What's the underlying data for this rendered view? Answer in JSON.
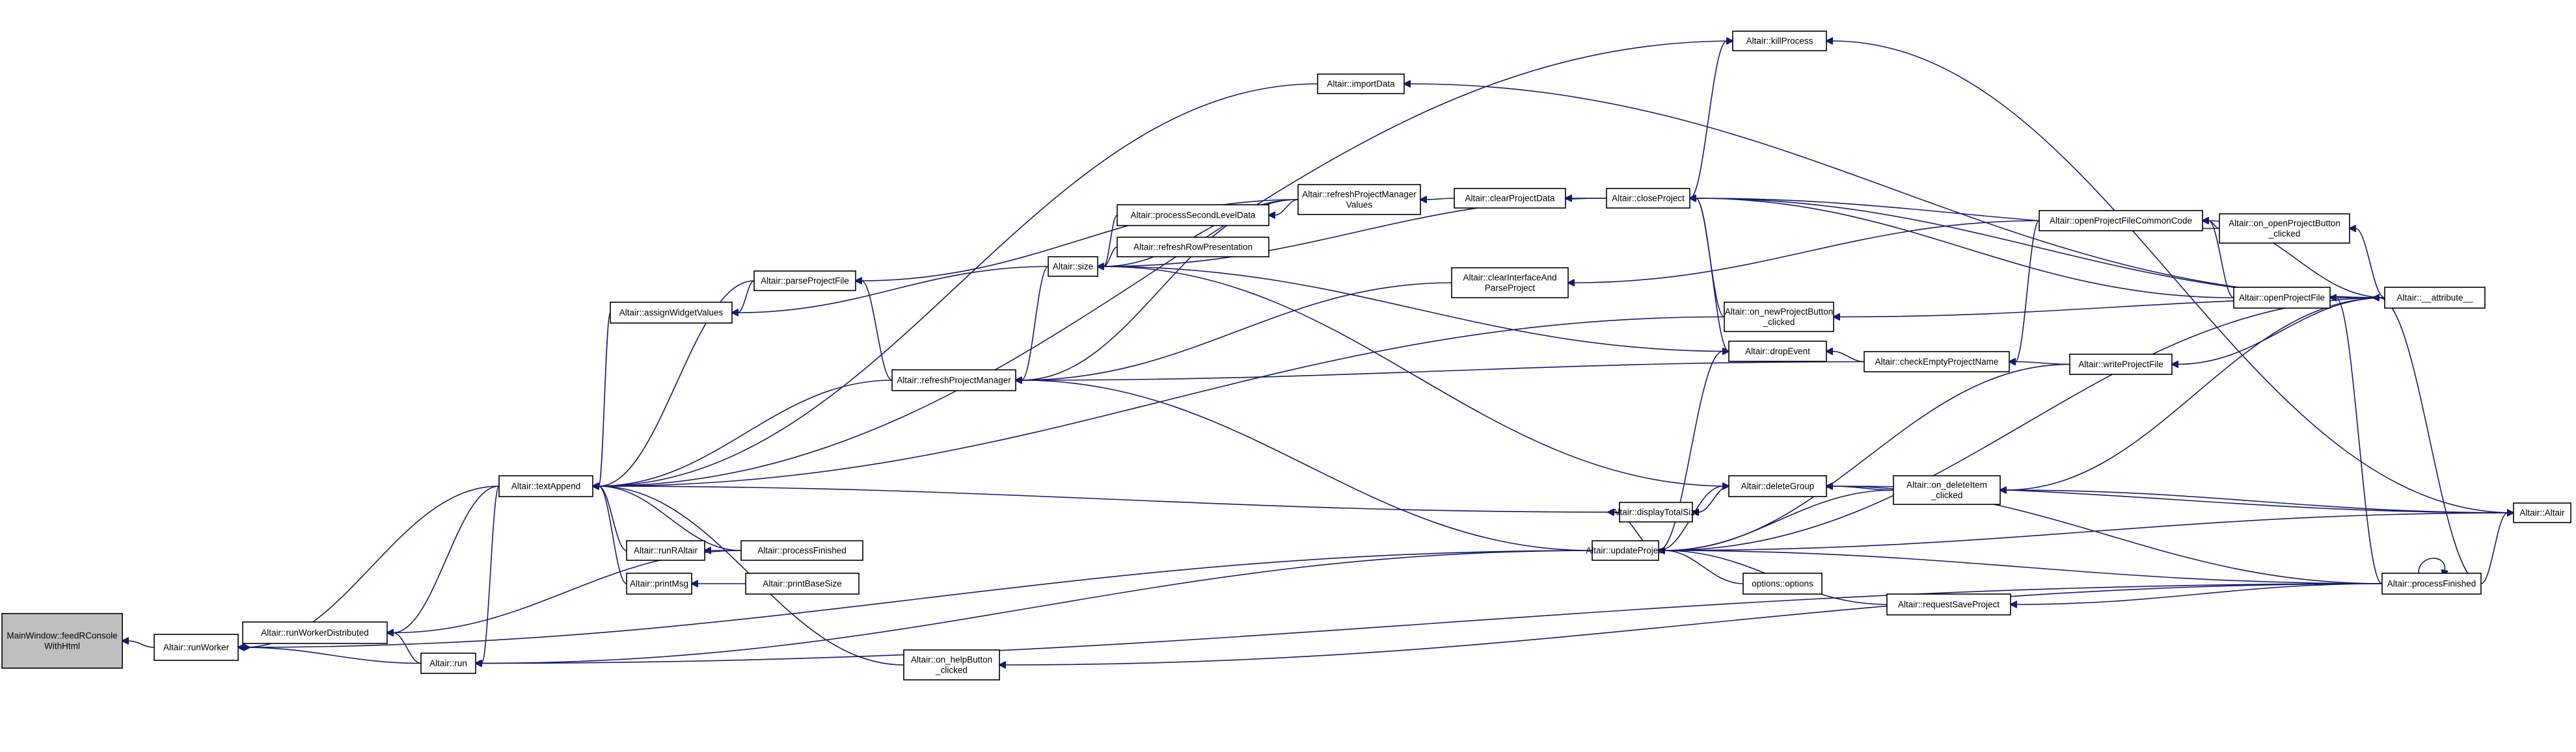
{
  "colors": {
    "edge": "#191970",
    "node_fill": "#ffffff",
    "root_fill": "#bfbfbf",
    "node_border": "#000000"
  },
  "nodes": {
    "feedRConsole": [
      "MainWindow::feedRConsole",
      "WithHtml"
    ],
    "runWorker": [
      "Altair::runWorker"
    ],
    "runWorkerDistributed": [
      "Altair::runWorkerDistributed"
    ],
    "run": [
      "Altair::run"
    ],
    "textAppend": [
      "Altair::textAppend"
    ],
    "runRAltair": [
      "Altair::runRAltair"
    ],
    "printMsg": [
      "Altair::printMsg"
    ],
    "processFinishedA": [
      "Altair::processFinished"
    ],
    "printBaseSize": [
      "Altair::printBaseSize"
    ],
    "assignWidgetValues": [
      "Altair::assignWidgetValues"
    ],
    "parseProjectFile": [
      "Altair::parseProjectFile"
    ],
    "refreshProjectManager": [
      "Altair::refreshProjectManager"
    ],
    "size": [
      "Altair::size"
    ],
    "processSecondLevelData": [
      "Altair::processSecondLevelData"
    ],
    "refreshRowPresentation": [
      "Altair::refreshRowPresentation"
    ],
    "refreshProjectManagerValues": [
      "Altair::refreshProjectManager",
      "Values"
    ],
    "importData": [
      "Altair::importData"
    ],
    "killProcess": [
      "Altair::killProcess"
    ],
    "clearProjectData": [
      "Altair::clearProjectData"
    ],
    "closeProject": [
      "Altair::closeProject"
    ],
    "clearInterfaceAndParseProject": [
      "Altair::clearInterfaceAnd",
      "ParseProject"
    ],
    "onNewProjectButtonClicked": [
      "Altair::on_newProjectButton",
      "_clicked"
    ],
    "dropEvent": [
      "Altair::dropEvent"
    ],
    "checkEmptyProjectName": [
      "Altair::checkEmptyProjectName"
    ],
    "deleteGroup": [
      "Altair::deleteGroup"
    ],
    "displayTotalSize": [
      "Altair::displayTotalSize"
    ],
    "updateProject": [
      "Altair::updateProject"
    ],
    "optionsOptions": [
      "options::options"
    ],
    "requestSaveProject": [
      "Altair::requestSaveProject"
    ],
    "onHelpButtonClicked": [
      "Altair::on_helpButton",
      "_clicked"
    ],
    "onDeleteItemClicked": [
      "Altair::on_deleteItem",
      "_clicked"
    ],
    "writeProjectFile": [
      "Altair::writeProjectFile"
    ],
    "openProjectFileCommonCode": [
      "Altair::openProjectFileCommonCode"
    ],
    "openProjectFile": [
      "Altair::openProjectFile"
    ],
    "onOpenProjectButtonClicked": [
      "Altair::on_openProjectButton",
      "_clicked"
    ],
    "attribute": [
      "Altair::__attribute__"
    ],
    "altairCtor": [
      "Altair::Altair"
    ],
    "processFinishedB": [
      "Altair::processFinished"
    ]
  }
}
